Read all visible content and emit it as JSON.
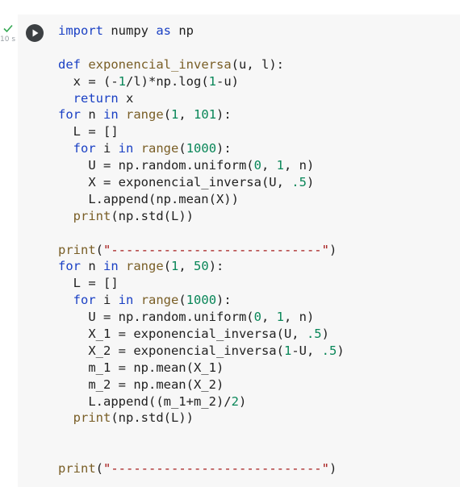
{
  "cell": {
    "status": {
      "icon": "check-icon",
      "time": "10 s",
      "color": "#34a853"
    },
    "run_button": {
      "icon": "play-icon"
    },
    "code_lines": [
      [
        {
          "t": "kw",
          "v": "import"
        },
        {
          "t": "plain",
          "v": " numpy "
        },
        {
          "t": "kw",
          "v": "as"
        },
        {
          "t": "plain",
          "v": " np"
        }
      ],
      [],
      [
        {
          "t": "kw",
          "v": "def"
        },
        {
          "t": "plain",
          "v": " "
        },
        {
          "t": "fn",
          "v": "exponencial_inversa"
        },
        {
          "t": "plain",
          "v": "(u, l):"
        }
      ],
      [
        {
          "t": "plain",
          "v": "  x = (-"
        },
        {
          "t": "num",
          "v": "1"
        },
        {
          "t": "plain",
          "v": "/l)*np.log("
        },
        {
          "t": "num",
          "v": "1"
        },
        {
          "t": "plain",
          "v": "-u)"
        }
      ],
      [
        {
          "t": "plain",
          "v": "  "
        },
        {
          "t": "kw",
          "v": "return"
        },
        {
          "t": "plain",
          "v": " x"
        }
      ],
      [
        {
          "t": "kw",
          "v": "for"
        },
        {
          "t": "plain",
          "v": " n "
        },
        {
          "t": "kw",
          "v": "in"
        },
        {
          "t": "plain",
          "v": " "
        },
        {
          "t": "fn",
          "v": "range"
        },
        {
          "t": "plain",
          "v": "("
        },
        {
          "t": "num",
          "v": "1"
        },
        {
          "t": "plain",
          "v": ", "
        },
        {
          "t": "num",
          "v": "101"
        },
        {
          "t": "plain",
          "v": "):"
        }
      ],
      [
        {
          "t": "plain",
          "v": "  L = []"
        }
      ],
      [
        {
          "t": "plain",
          "v": "  "
        },
        {
          "t": "kw",
          "v": "for"
        },
        {
          "t": "plain",
          "v": " i "
        },
        {
          "t": "kw",
          "v": "in"
        },
        {
          "t": "plain",
          "v": " "
        },
        {
          "t": "fn",
          "v": "range"
        },
        {
          "t": "plain",
          "v": "("
        },
        {
          "t": "num",
          "v": "1000"
        },
        {
          "t": "plain",
          "v": "):"
        }
      ],
      [
        {
          "t": "plain",
          "v": "    U = np.random.uniform("
        },
        {
          "t": "num",
          "v": "0"
        },
        {
          "t": "plain",
          "v": ", "
        },
        {
          "t": "num",
          "v": "1"
        },
        {
          "t": "plain",
          "v": ", n)"
        }
      ],
      [
        {
          "t": "plain",
          "v": "    X = exponencial_inversa(U, "
        },
        {
          "t": "num",
          "v": ".5"
        },
        {
          "t": "plain",
          "v": ")"
        }
      ],
      [
        {
          "t": "plain",
          "v": "    L.append(np.mean(X))"
        }
      ],
      [
        {
          "t": "plain",
          "v": "  "
        },
        {
          "t": "fn",
          "v": "print"
        },
        {
          "t": "plain",
          "v": "(np.std(L))"
        }
      ],
      [],
      [
        {
          "t": "fn",
          "v": "print"
        },
        {
          "t": "plain",
          "v": "("
        },
        {
          "t": "str",
          "v": "\"----------------------------\""
        },
        {
          "t": "plain",
          "v": ")"
        }
      ],
      [
        {
          "t": "kw",
          "v": "for"
        },
        {
          "t": "plain",
          "v": " n "
        },
        {
          "t": "kw",
          "v": "in"
        },
        {
          "t": "plain",
          "v": " "
        },
        {
          "t": "fn",
          "v": "range"
        },
        {
          "t": "plain",
          "v": "("
        },
        {
          "t": "num",
          "v": "1"
        },
        {
          "t": "plain",
          "v": ", "
        },
        {
          "t": "num",
          "v": "50"
        },
        {
          "t": "plain",
          "v": "):"
        }
      ],
      [
        {
          "t": "plain",
          "v": "  L = []"
        }
      ],
      [
        {
          "t": "plain",
          "v": "  "
        },
        {
          "t": "kw",
          "v": "for"
        },
        {
          "t": "plain",
          "v": " i "
        },
        {
          "t": "kw",
          "v": "in"
        },
        {
          "t": "plain",
          "v": " "
        },
        {
          "t": "fn",
          "v": "range"
        },
        {
          "t": "plain",
          "v": "("
        },
        {
          "t": "num",
          "v": "1000"
        },
        {
          "t": "plain",
          "v": "):"
        }
      ],
      [
        {
          "t": "plain",
          "v": "    U = np.random.uniform("
        },
        {
          "t": "num",
          "v": "0"
        },
        {
          "t": "plain",
          "v": ", "
        },
        {
          "t": "num",
          "v": "1"
        },
        {
          "t": "plain",
          "v": ", n)"
        }
      ],
      [
        {
          "t": "plain",
          "v": "    X_1 = exponencial_inversa(U, "
        },
        {
          "t": "num",
          "v": ".5"
        },
        {
          "t": "plain",
          "v": ")"
        }
      ],
      [
        {
          "t": "plain",
          "v": "    X_2 = exponencial_inversa("
        },
        {
          "t": "num",
          "v": "1"
        },
        {
          "t": "plain",
          "v": "-U, "
        },
        {
          "t": "num",
          "v": ".5"
        },
        {
          "t": "plain",
          "v": ")"
        }
      ],
      [
        {
          "t": "plain",
          "v": "    m_1 = np.mean(X_1)"
        }
      ],
      [
        {
          "t": "plain",
          "v": "    m_2 = np.mean(X_2)"
        }
      ],
      [
        {
          "t": "plain",
          "v": "    L.append((m_1+m_2)/"
        },
        {
          "t": "num",
          "v": "2"
        },
        {
          "t": "plain",
          "v": ")"
        }
      ],
      [
        {
          "t": "plain",
          "v": "  "
        },
        {
          "t": "fn",
          "v": "print"
        },
        {
          "t": "plain",
          "v": "(np.std(L))"
        }
      ],
      [],
      [],
      [
        {
          "t": "fn",
          "v": "print"
        },
        {
          "t": "plain",
          "v": "("
        },
        {
          "t": "str",
          "v": "\"----------------------------\""
        },
        {
          "t": "plain",
          "v": ")"
        }
      ]
    ]
  }
}
